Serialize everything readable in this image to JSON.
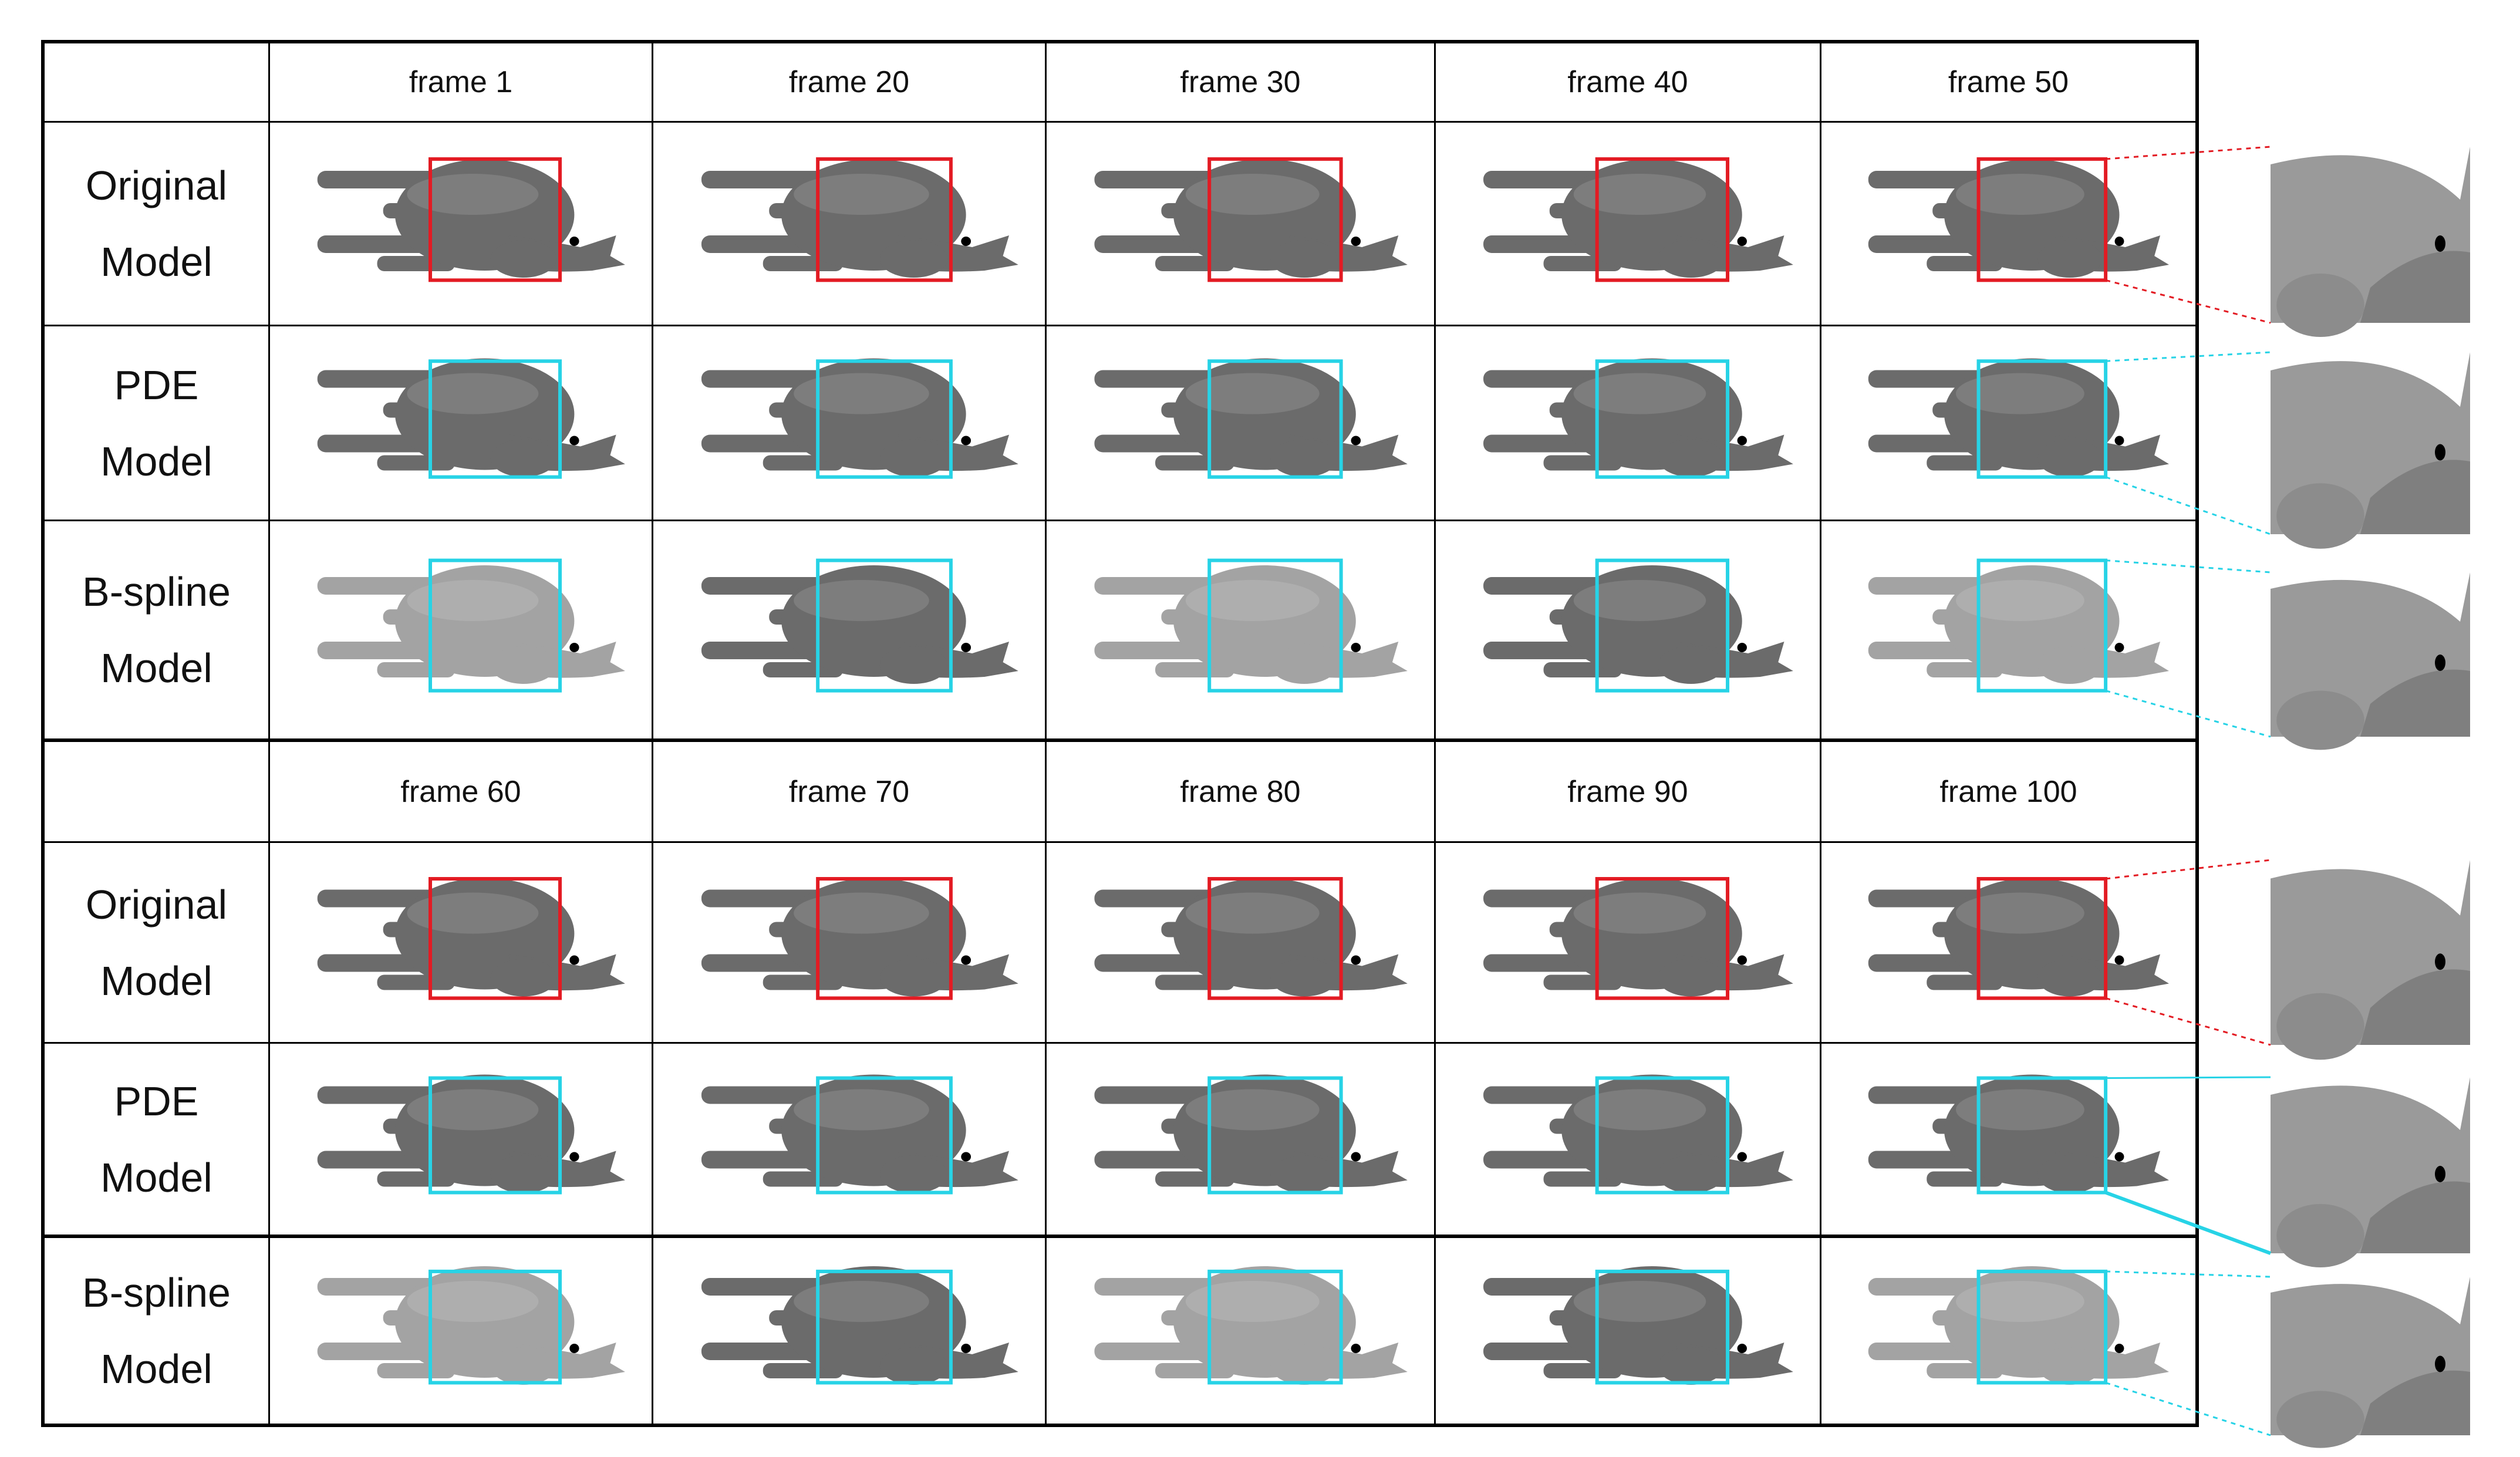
{
  "figure": {
    "top_block": {
      "frames": [
        "frame 1",
        "frame 20",
        "frame 30",
        "frame 40",
        "frame 50"
      ],
      "rows": [
        {
          "label_line1": "Original",
          "label_line2": "Model",
          "box_color": "#e31b23"
        },
        {
          "label_line1": "PDE",
          "label_line2": "Model",
          "box_color": "#27d3e6"
        },
        {
          "label_line1": "B-spline",
          "label_line2": "Model",
          "box_color": "#27d3e6"
        }
      ]
    },
    "bottom_block": {
      "frames": [
        "frame 60",
        "frame 70",
        "frame 80",
        "frame 90",
        "frame 100"
      ],
      "rows": [
        {
          "label_line1": "Original",
          "label_line2": "Model",
          "box_color": "#e31b23"
        },
        {
          "label_line1": "PDE",
          "label_line2": "Model",
          "box_color": "#27d3e6"
        },
        {
          "label_line1": "B-spline",
          "label_line2": "Model",
          "box_color": "#27d3e6"
        }
      ]
    },
    "model_color": "#6b6b6b",
    "model_color_light": "#a3a3a3"
  }
}
